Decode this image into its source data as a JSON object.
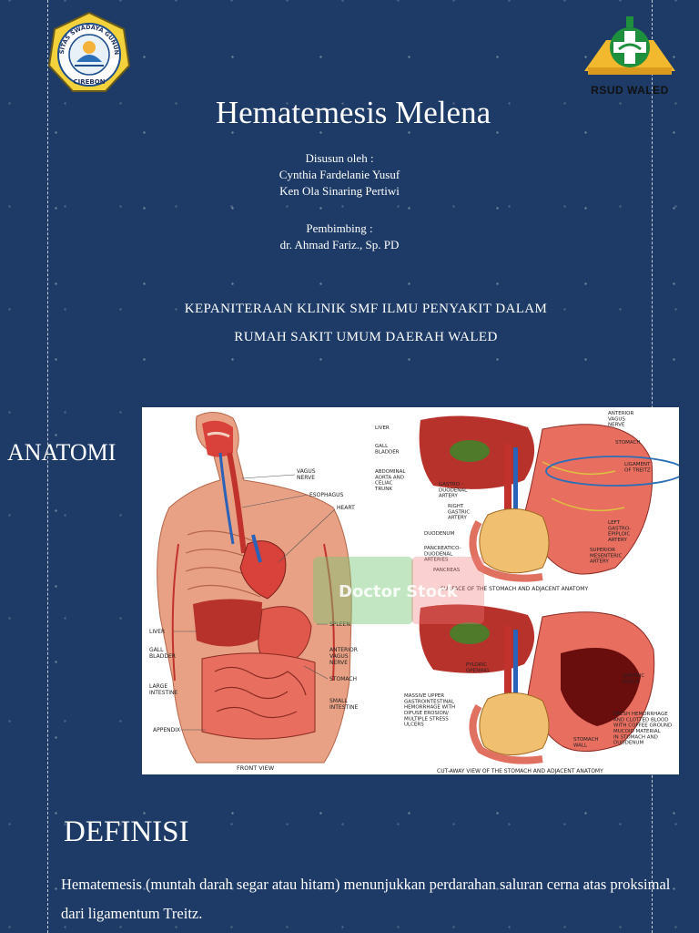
{
  "header": {
    "left_logo": {
      "name": "university-seal-icon",
      "ring_text": "UNIVERSITAS SWADAYA GUNUNG DJATI",
      "city": "CIREBON"
    },
    "right_logo": {
      "name": "hospital-cross-icon",
      "label": "RSUD WALED"
    }
  },
  "title": "Hematemesis Melena",
  "authors": {
    "heading": "Disusun oleh :",
    "names": [
      "Cynthia Fardelanie Yusuf",
      "Ken Ola Sinaring Pertiwi"
    ]
  },
  "supervisor": {
    "heading": "Pembimbing :",
    "name": "dr. Ahmad Fariz., Sp. PD"
  },
  "department": {
    "line1": "KEPANITERAAN KLINIK SMF ILMU PENYAKIT DALAM",
    "line2": "RUMAH SAKIT UMUM DAERAH WALED"
  },
  "anatomy": {
    "heading": "ANATOMI",
    "watermark": "Doctor Stock",
    "front_view": {
      "caption": "FRONT VIEW",
      "labels": {
        "vagus": "VAGUS\nNERVE",
        "esophagus": "ESOPHAGUS",
        "heart": "HEART",
        "liver": "LIVER",
        "gall": "GALL\nBLADDER",
        "spleen": "SPLEEN",
        "ant_vagus": "ANTERIOR\nVAGUS\nNERVE",
        "stomach": "STOMACH",
        "large": "LARGE\nINTESTINE",
        "small": "SMALL\nINTESTINE",
        "appendix": "APPENDIX"
      }
    },
    "surface_view": {
      "caption": "SURFACE OF THE STOMACH AND ADJACENT ANATOMY",
      "labels": {
        "liver": "LIVER",
        "gall": "GALL\nBLADDER",
        "aorta": "ABDOMINAL\nAORTA AND\nCELIAC\nTRUNK",
        "gastro_duod": "GASTRO -\nDUODENAL\nARTERY",
        "right_gastric": "RIGHT\nGASTRIC\nARTERY",
        "duodenum": "DUODENUM",
        "pancreatico": "PANCREATICO-\nDUODENAL\nARTERIES",
        "pancreas": "PANCREAS",
        "ant_vagus": "ANTERIOR\nVAGUS\nNERVE",
        "stomach": "STOMACH",
        "treitz": "LIGAMENT\nOF TREITZ",
        "left_gastro": "LEFT\nGASTRO-\nEPIPLOIC\nARTERY",
        "sup_mes": "SUPERIOR\nMESENTERIC\nARTERY"
      }
    },
    "cutaway_view": {
      "caption": "CUT-AWAY VIEW OF THE STOMACH AND ADJACENT ANATOMY",
      "labels": {
        "pyloric": "PYLORIC\nOPENING",
        "massive": "MASSIVE UPPER\nGASTROINTESTINAL\nHEMORRHAGE WITH\nDIFUSE EROSION/\nMULTIPLE STRESS\nULCERS",
        "gastric_folds": "GASTRIC\nFOLDS",
        "fresh": "FRESH HEMORRHAGE\nAND CLOTTED BLOOD\nWITH COFFEE GROUND\nMUCOID MATERIAL\nIN STOMACH AND\nDUODENUM",
        "wall": "STOMACH\nWALL"
      }
    },
    "colors": {
      "organ_red": "#d9423a",
      "liver": "#b8322c",
      "skin": "#e8a184",
      "highlight_ellipse": "#2a6fb8"
    }
  },
  "definition": {
    "heading": "DEFINISI",
    "text": "Hematemesis (muntah darah segar atau hitam) menunjukkan perdarahan saluran cerna atas proksimal dari ligamentum Treitz."
  }
}
